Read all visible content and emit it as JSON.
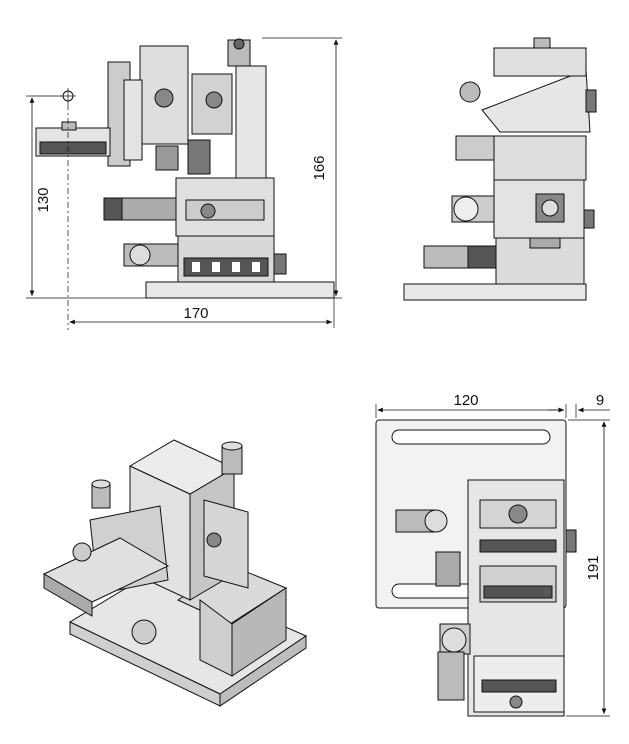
{
  "dimensions": {
    "front_height_total": "166",
    "front_height_axis": "130",
    "front_width": "170",
    "top_width": "120",
    "top_offset": "9",
    "top_depth": "191"
  },
  "views": {
    "front": "front-view",
    "side": "side-view",
    "isometric": "isometric-view",
    "top": "top-view"
  }
}
